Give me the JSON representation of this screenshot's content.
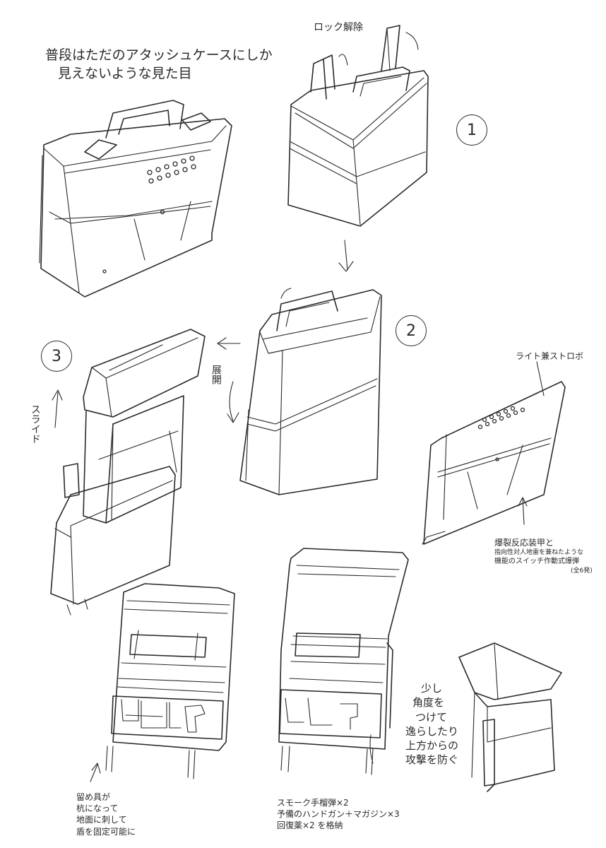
{
  "notes": {
    "intro_line1": "普段はただのアタッシュケースにしか",
    "intro_line2": "見えないような見た目",
    "unlock": "ロック解除",
    "deploy": "展開",
    "slide": "スライド",
    "light": "ライト兼ストロボ",
    "armor_line1": "爆裂反応装甲と",
    "armor_line2": "指向性対人地雷を兼ねたような",
    "armor_line3": "機能のスイッチ作動式爆弾",
    "armor_line4": "(全6発)",
    "fastener_line1": "留め具が",
    "fastener_line2": "杭になって",
    "fastener_line3": "地面に刺して",
    "fastener_line4": "盾を固定可能に",
    "contents_line1": "スモーク手榴弾×2",
    "contents_line2": "予備のハンドガン＋マガジン×3",
    "contents_line3": "回復薬×2 を格納",
    "angle_line1": "少し",
    "angle_line2": "角度を",
    "angle_line3": "つけて",
    "angle_line4": "逸らしたり",
    "angle_line5": "上方からの",
    "angle_line6": "攻撃を防ぐ"
  },
  "steps": {
    "one": "1",
    "two": "2",
    "three": "3"
  }
}
